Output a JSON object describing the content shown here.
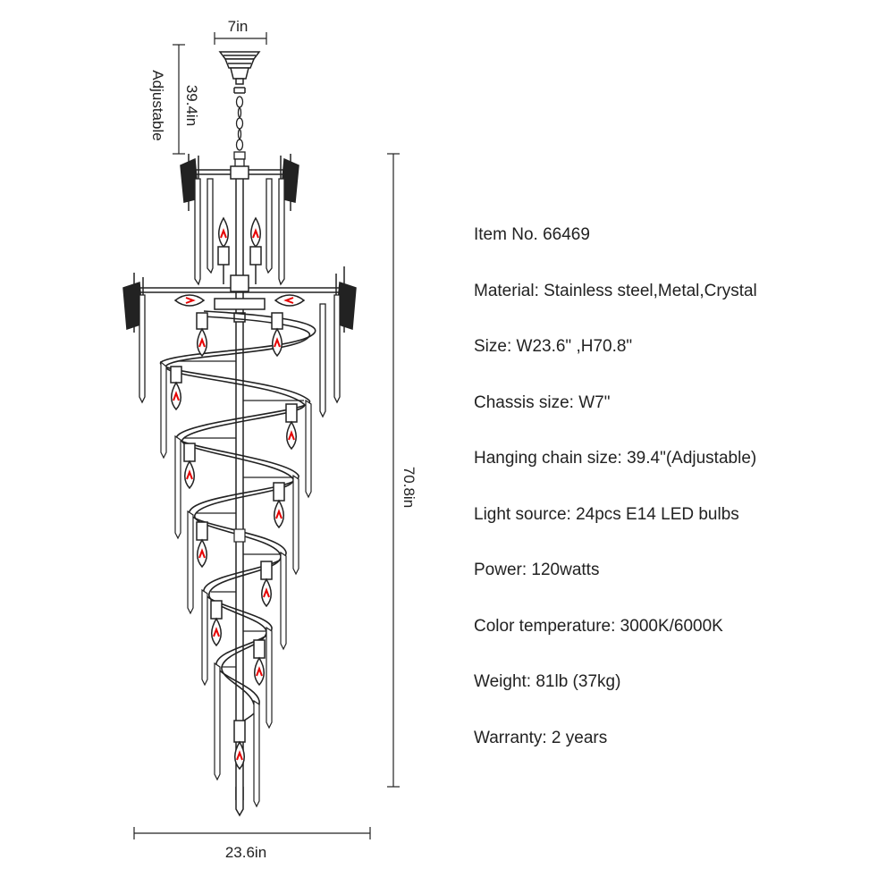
{
  "dimensions": {
    "chassis_width": "7in",
    "chain_length": "39.4in",
    "chain_note": "Adjustable",
    "total_height": "70.8in",
    "total_width": "23.6in"
  },
  "specs": [
    "Item No. 66469",
    "Material: Stainless steel,Metal,Crystal",
    "Size: W23.6\" ,H70.8\"",
    "Chassis size: W7\"",
    "Hanging chain size: 39.4\"(Adjustable)",
    "Light source: 24pcs E14 LED bulbs",
    "Power: 120watts",
    "Color temperature: 3000K/6000K",
    "Weight: 81lb (37kg)",
    "Warranty: 2 years"
  ],
  "colors": {
    "line": "#222222",
    "filament": "#e60000",
    "background": "#ffffff"
  },
  "icons": [
    "chandelier-illustration",
    "bulb-icon",
    "crystal-prism-icon"
  ]
}
